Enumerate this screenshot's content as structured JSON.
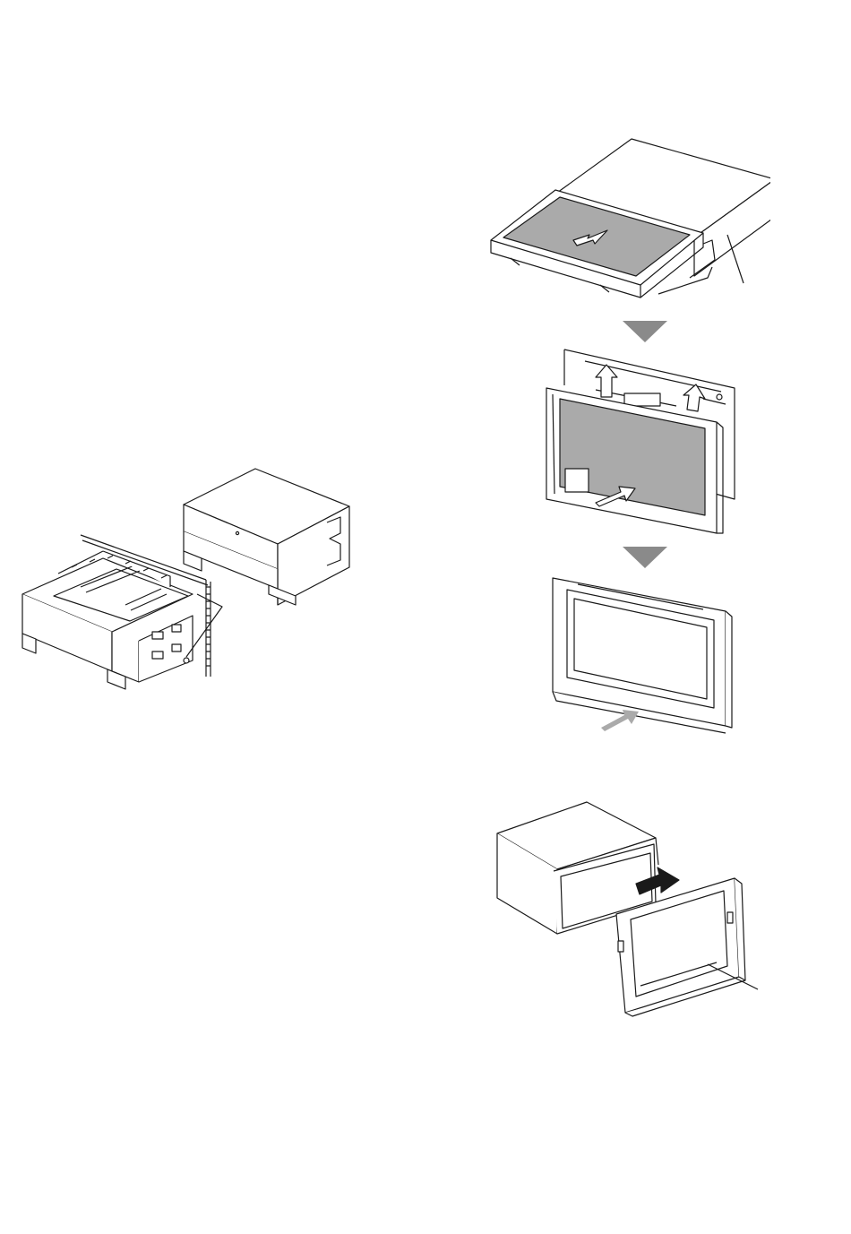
{
  "page": {
    "background": "#ffffff",
    "line_color": "#1a1a1a",
    "screen_gray": "#aaaaaa",
    "arrow_gray": "#8a8a8a"
  },
  "figures": [
    {
      "name": "mounting-sleeve-installation",
      "labels": []
    },
    {
      "name": "faceplate-removal-step-1",
      "labels": []
    },
    {
      "name": "faceplate-removal-step-2",
      "labels": []
    },
    {
      "name": "faceplate-removal-step-3",
      "labels": []
    },
    {
      "name": "trim-plate-attachment",
      "labels": []
    }
  ],
  "icons": [
    "down-triangle-icon",
    "slide-arrow-icon",
    "lift-arrow-icon",
    "push-arrow-icon"
  ]
}
